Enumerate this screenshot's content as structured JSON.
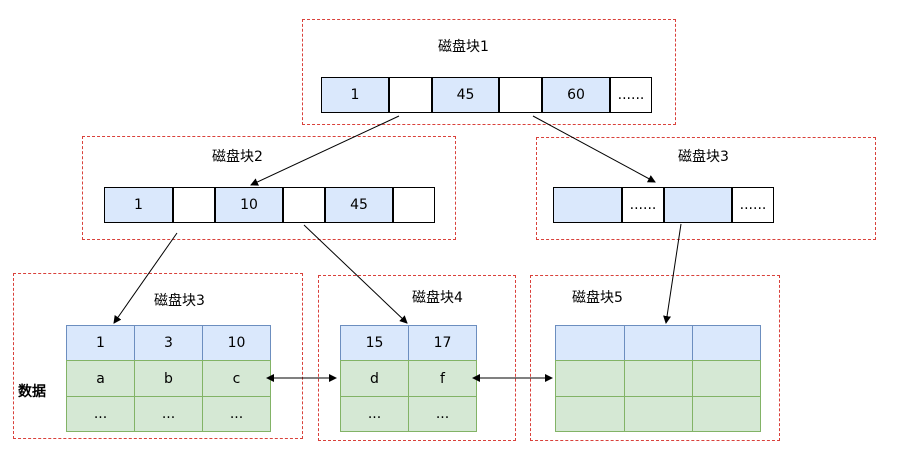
{
  "blocks": {
    "block1": {
      "title": "磁盘块1",
      "cells": [
        "1",
        "",
        "45",
        "",
        "60",
        "......"
      ]
    },
    "block2": {
      "title": "磁盘块2",
      "cells": [
        "1",
        "",
        "10",
        "",
        "45",
        ""
      ]
    },
    "block3_top": {
      "title": "磁盘块3",
      "cells": [
        "",
        "......",
        "",
        "......"
      ]
    },
    "block3_leaf": {
      "title": "磁盘块3",
      "header": [
        "1",
        "3",
        "10"
      ],
      "rows": [
        [
          "a",
          "b",
          "c"
        ],
        [
          "...",
          "...",
          "..."
        ]
      ]
    },
    "block4_leaf": {
      "title": "磁盘块4",
      "header": [
        "15",
        "17"
      ],
      "rows": [
        [
          "d",
          "f"
        ],
        [
          "...",
          "..."
        ]
      ]
    },
    "block5_leaf": {
      "title": "磁盘块5",
      "header": [
        "",
        "",
        ""
      ],
      "rows": [
        [
          "",
          "",
          ""
        ],
        [
          "",
          "",
          ""
        ]
      ]
    }
  },
  "data_label": "数据",
  "colors": {
    "dashed_border": "#d9413b",
    "key_fill": "#dae8fc",
    "data_fill": "#d5e8d4"
  }
}
